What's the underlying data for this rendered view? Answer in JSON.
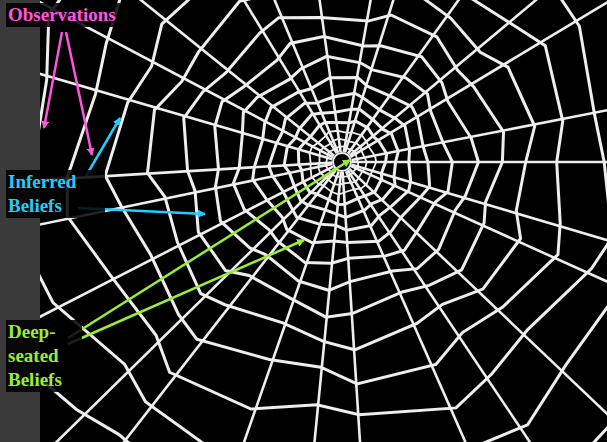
{
  "diagram": {
    "labels": [
      "Observations",
      "Inferred Beliefs",
      "Deep-seated Beliefs"
    ]
  }
}
